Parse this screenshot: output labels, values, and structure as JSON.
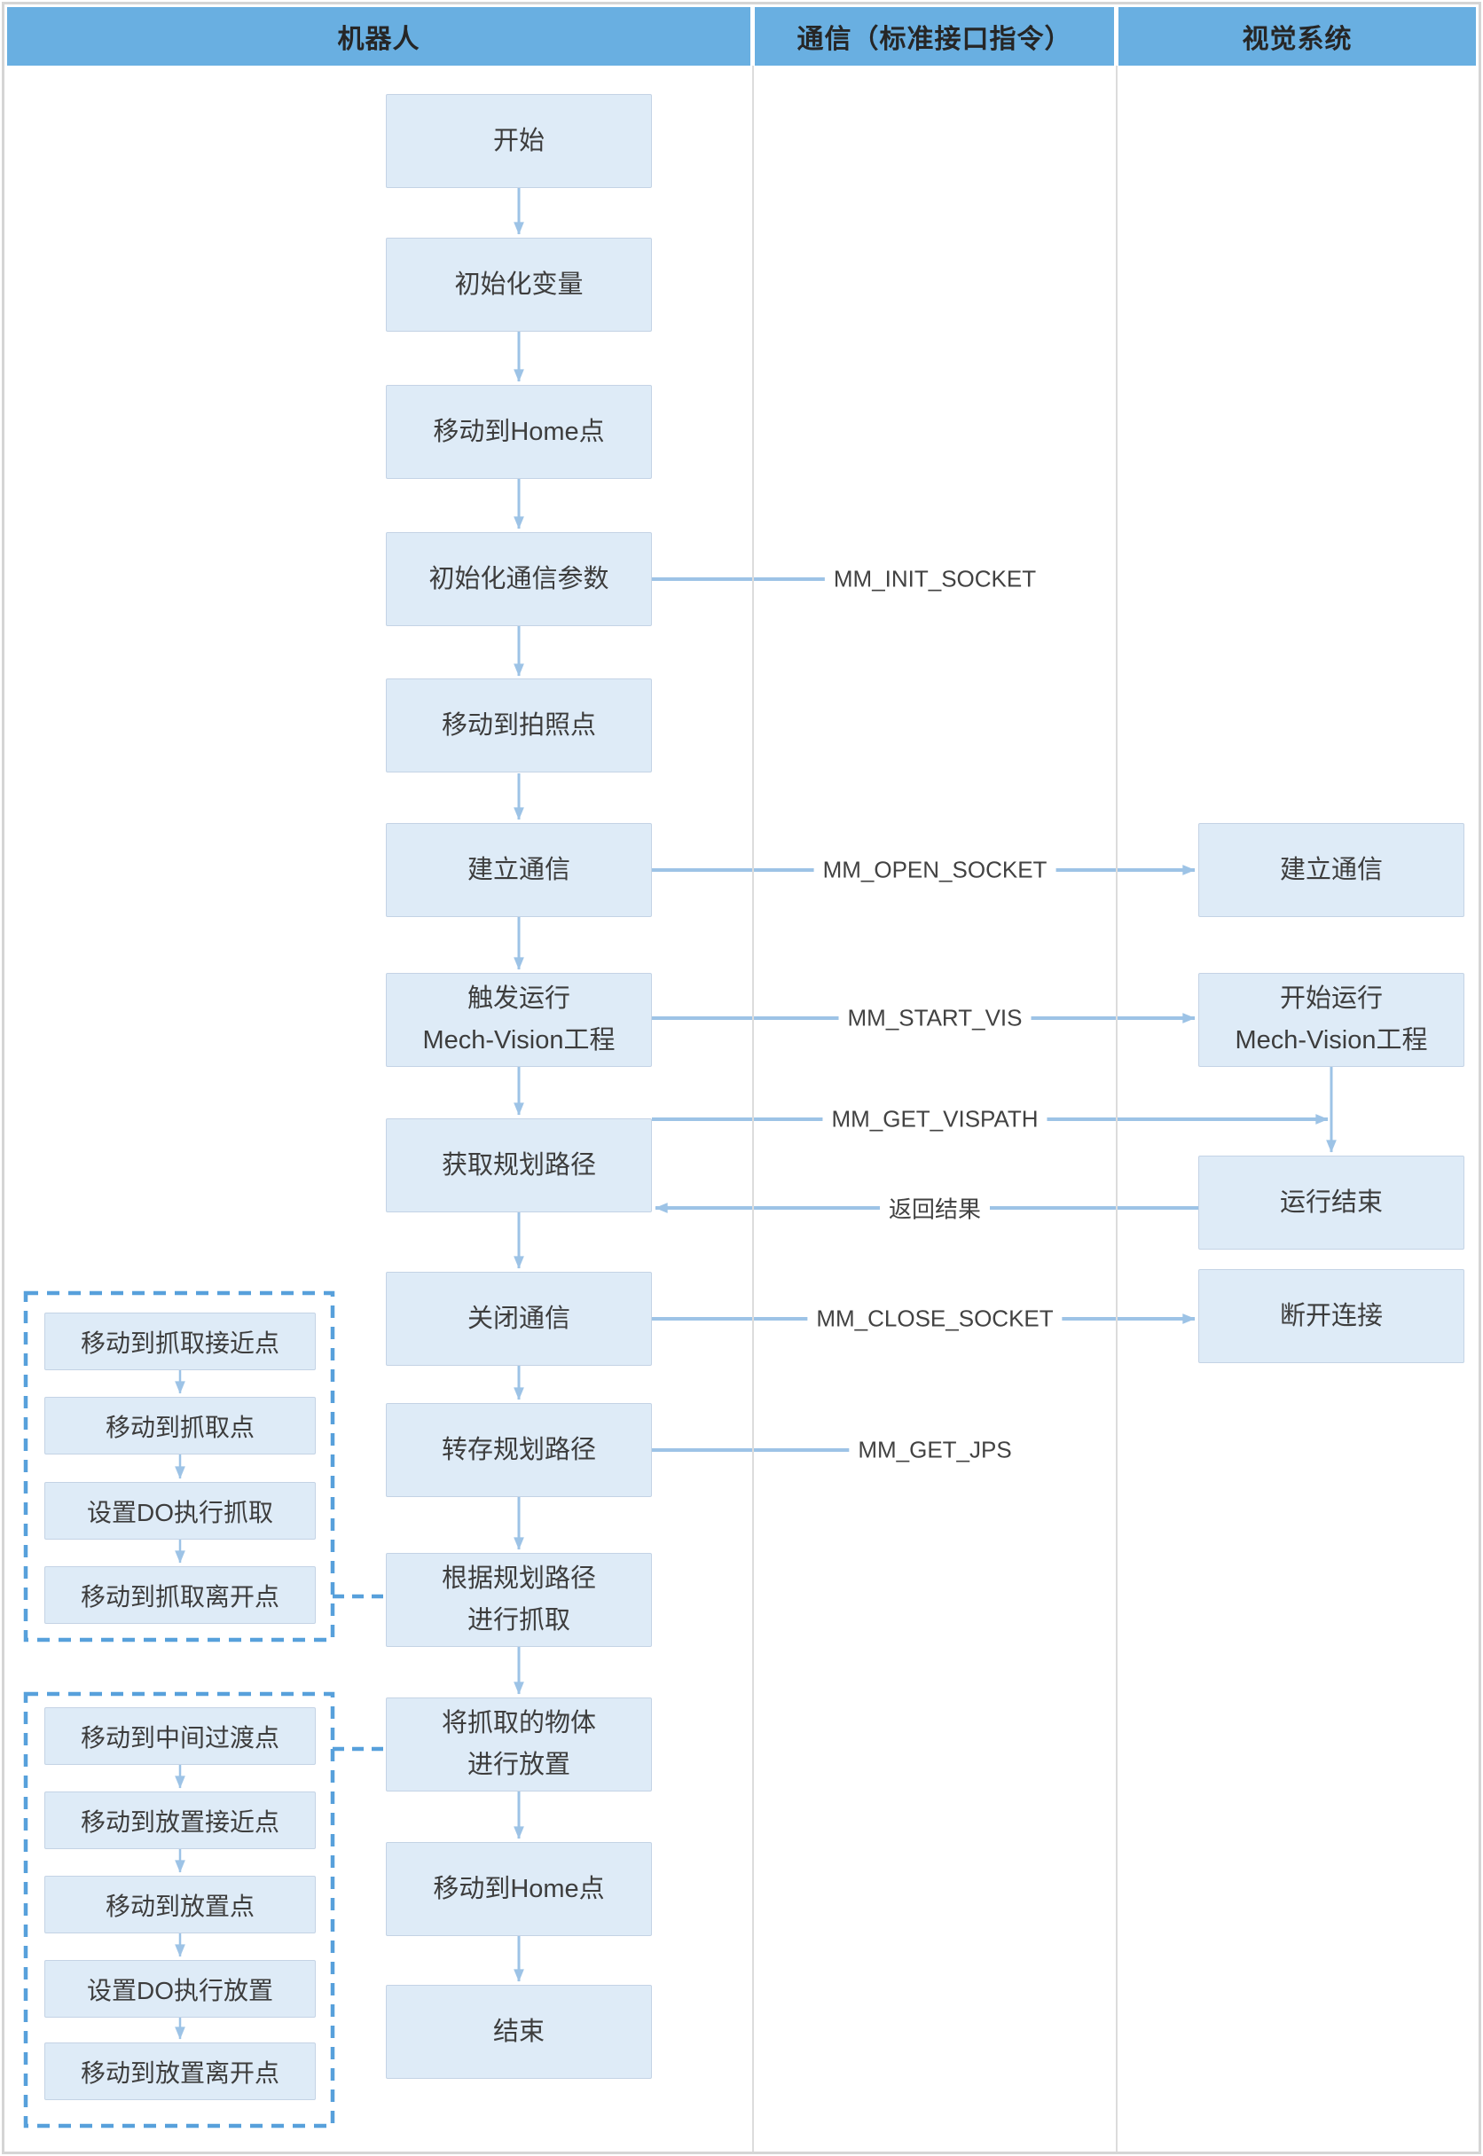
{
  "lanes": [
    {
      "label": "机器人"
    },
    {
      "label": "通信（标准接口指令）"
    },
    {
      "label": "视觉系统"
    }
  ],
  "robot_nodes": [
    {
      "label": "开始"
    },
    {
      "label": "初始化变量"
    },
    {
      "label": "移动到Home点"
    },
    {
      "label": "初始化通信参数"
    },
    {
      "label": "移动到拍照点"
    },
    {
      "label": "建立通信"
    },
    {
      "label": "触发运行\nMech-Vision工程"
    },
    {
      "label": "获取规划路径"
    },
    {
      "label": "关闭通信"
    },
    {
      "label": "转存规划路径"
    },
    {
      "label": "根据规划路径\n进行抓取"
    },
    {
      "label": "将抓取的物体\n进行放置"
    },
    {
      "label": "移动到Home点"
    },
    {
      "label": "结束"
    }
  ],
  "vision_nodes": [
    {
      "label": "建立通信"
    },
    {
      "label": "开始运行\nMech-Vision工程"
    },
    {
      "label": "运行结束"
    },
    {
      "label": "断开连接"
    }
  ],
  "comm_labels": [
    {
      "text": "MM_INIT_SOCKET"
    },
    {
      "text": "MM_OPEN_SOCKET"
    },
    {
      "text": "MM_START_VIS"
    },
    {
      "text": "MM_GET_VISPATH"
    },
    {
      "text": "返回结果"
    },
    {
      "text": "MM_CLOSE_SOCKET"
    },
    {
      "text": "MM_GET_JPS"
    }
  ],
  "grasp_group": {
    "nodes": [
      {
        "label": "移动到抓取接近点"
      },
      {
        "label": "移动到抓取点"
      },
      {
        "label": "设置DO执行抓取"
      },
      {
        "label": "移动到抓取离开点"
      }
    ]
  },
  "place_group": {
    "nodes": [
      {
        "label": "移动到中间过渡点"
      },
      {
        "label": "移动到放置接近点"
      },
      {
        "label": "移动到放置点"
      },
      {
        "label": "设置DO执行放置"
      },
      {
        "label": "移动到放置离开点"
      }
    ]
  },
  "colors": {
    "header_fill": "#69AFE1",
    "node_fill": "#DEEBF7",
    "node_border": "#C4D3E5",
    "arrow": "#9DC3E6",
    "dashed_group": "#57A0DB",
    "node_text": "#3D3D3D",
    "label_text": "#424242",
    "lane_divider": "#DCDCDC"
  }
}
